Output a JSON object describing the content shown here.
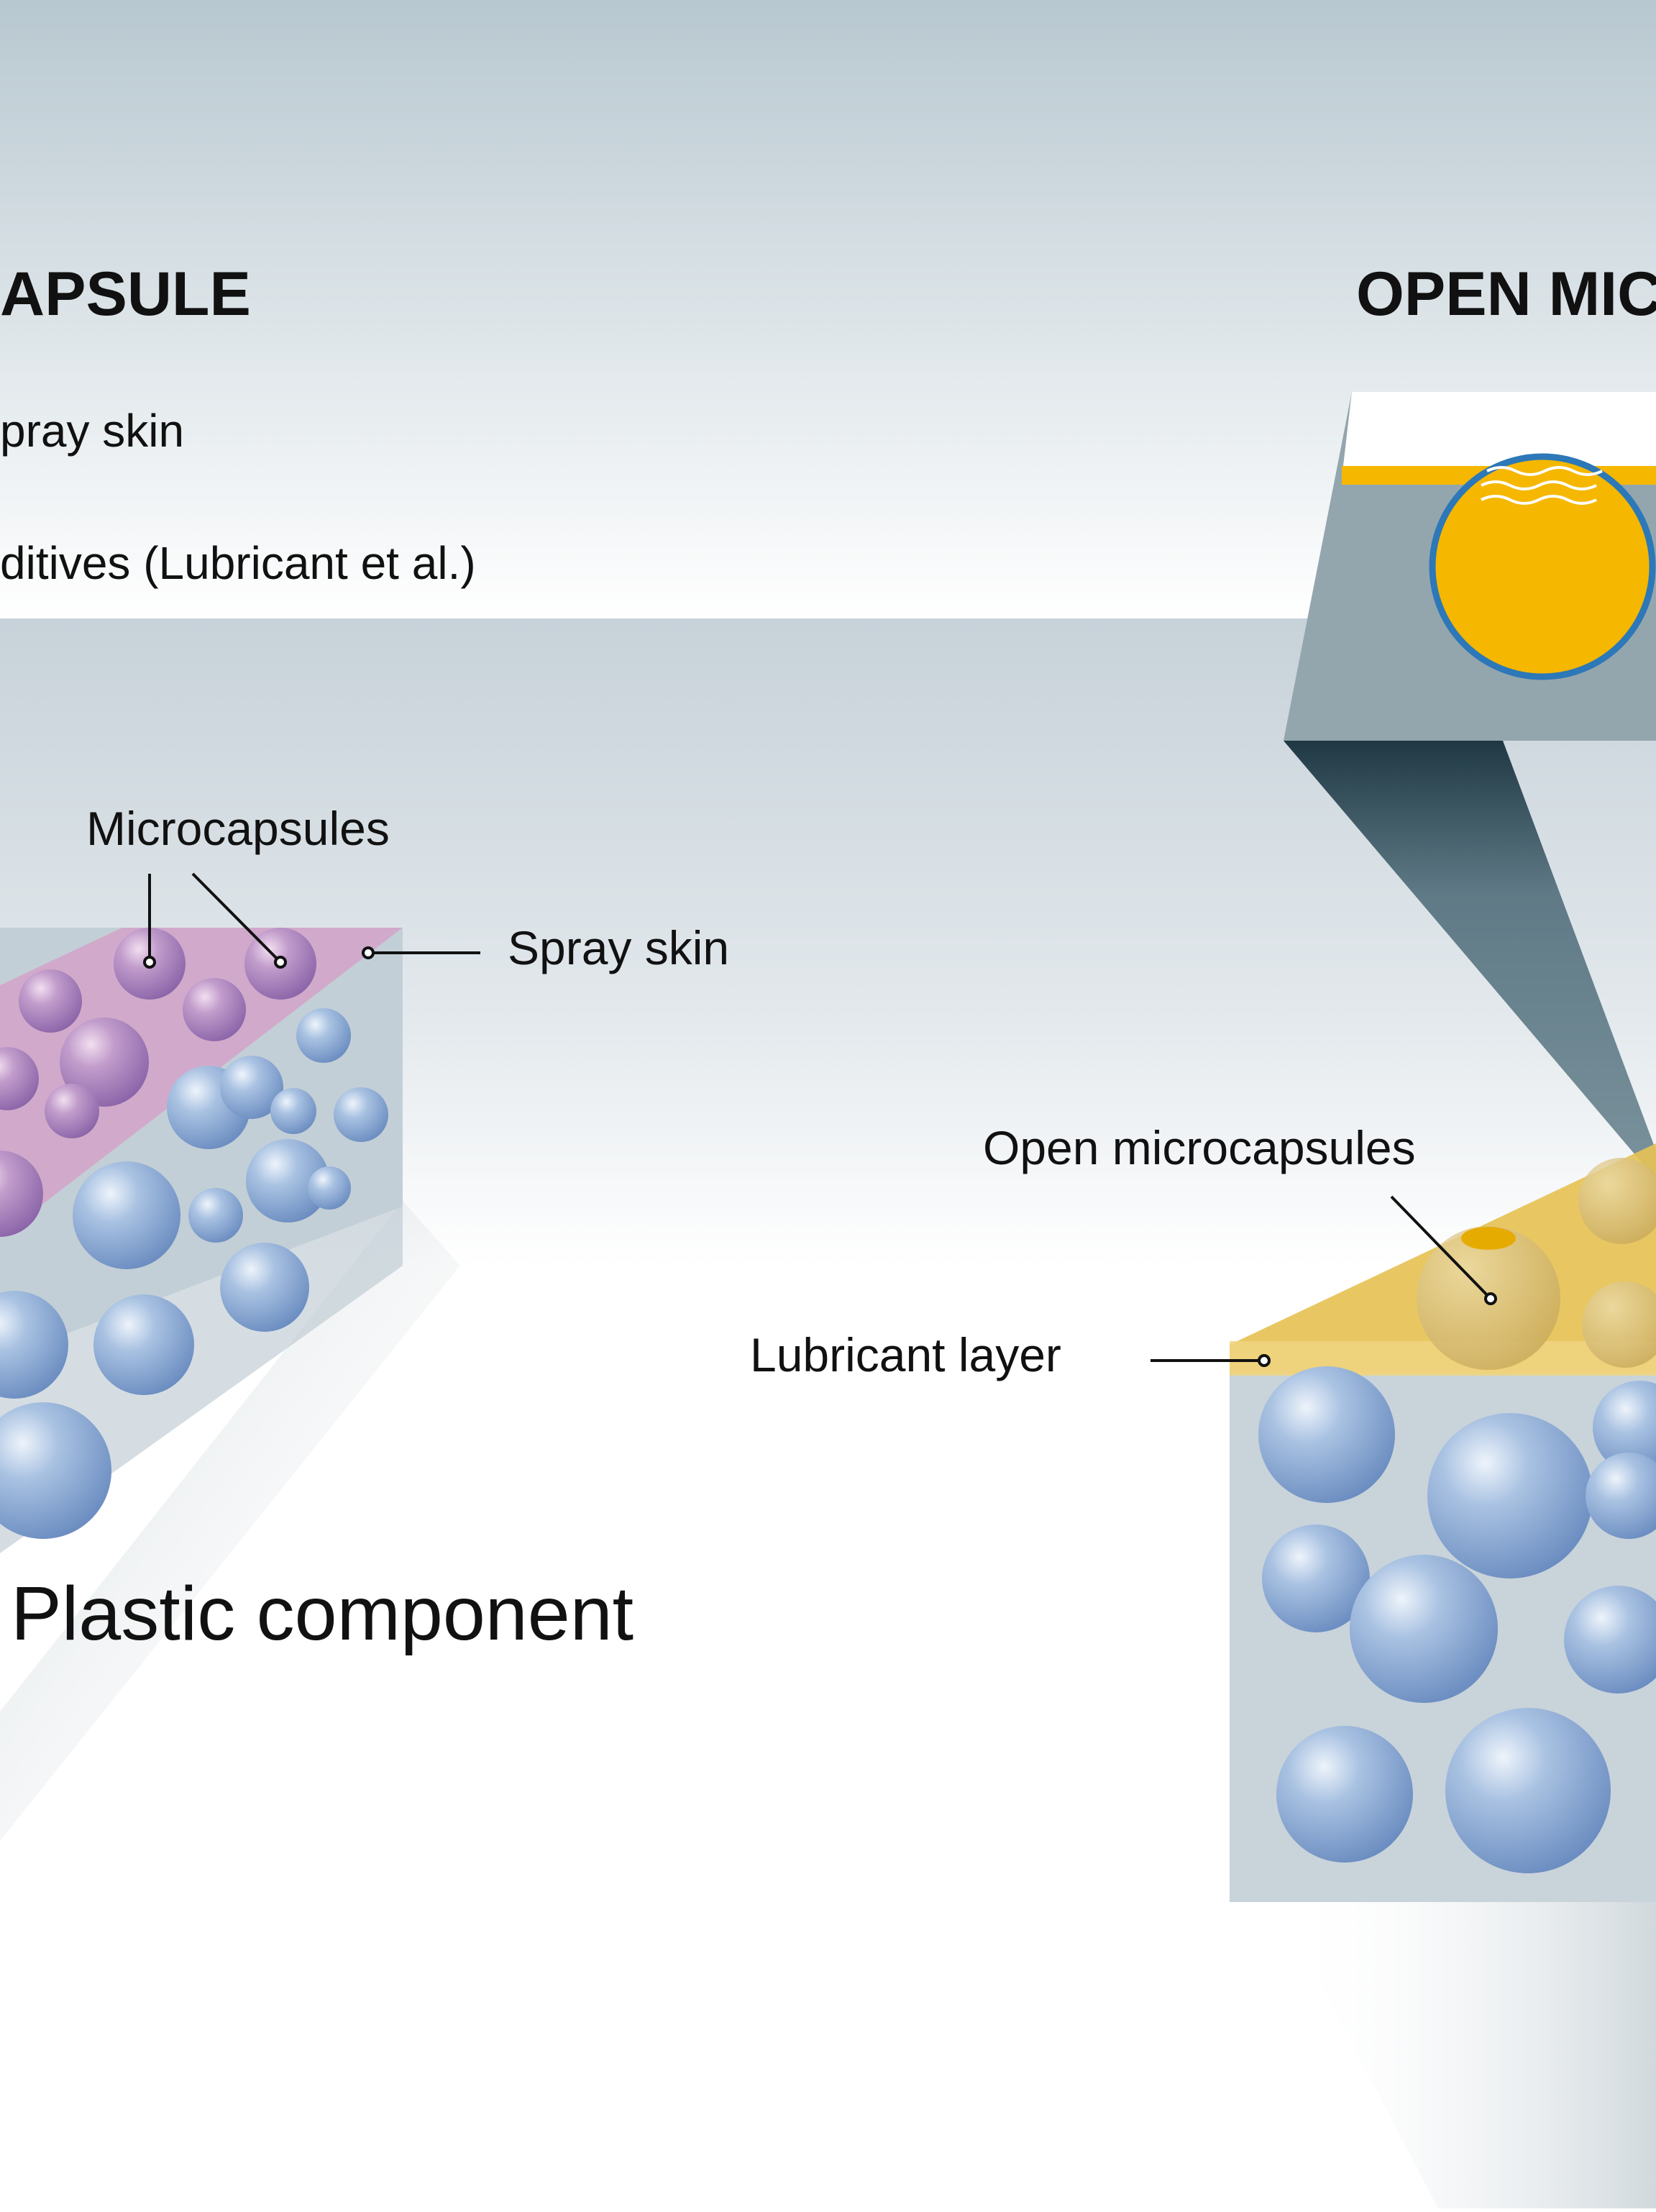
{
  "titles": {
    "left": "APSULE",
    "right": "OPEN MIC"
  },
  "legend": {
    "spray_skin": "pray skin",
    "additives": "ditives (Lubricant et al.)"
  },
  "labels": {
    "microcapsules": "Microcapsules",
    "spray_skin": "Spray skin",
    "open_microcapsules": "Open microcapsules",
    "lubricant_layer": "Lubricant layer",
    "plastic_component": "Plastic component"
  },
  "colors": {
    "capsule_blue": "#7a9ccc",
    "capsule_purple": "#9a72b0",
    "spray_skin_pink": "#c9a2c8",
    "lubricant_yellow": "#f5b700",
    "lubricant_layer": "#e6c256",
    "block_gray": "#c4d0d8",
    "capsule_outline": "#2c78b8"
  }
}
